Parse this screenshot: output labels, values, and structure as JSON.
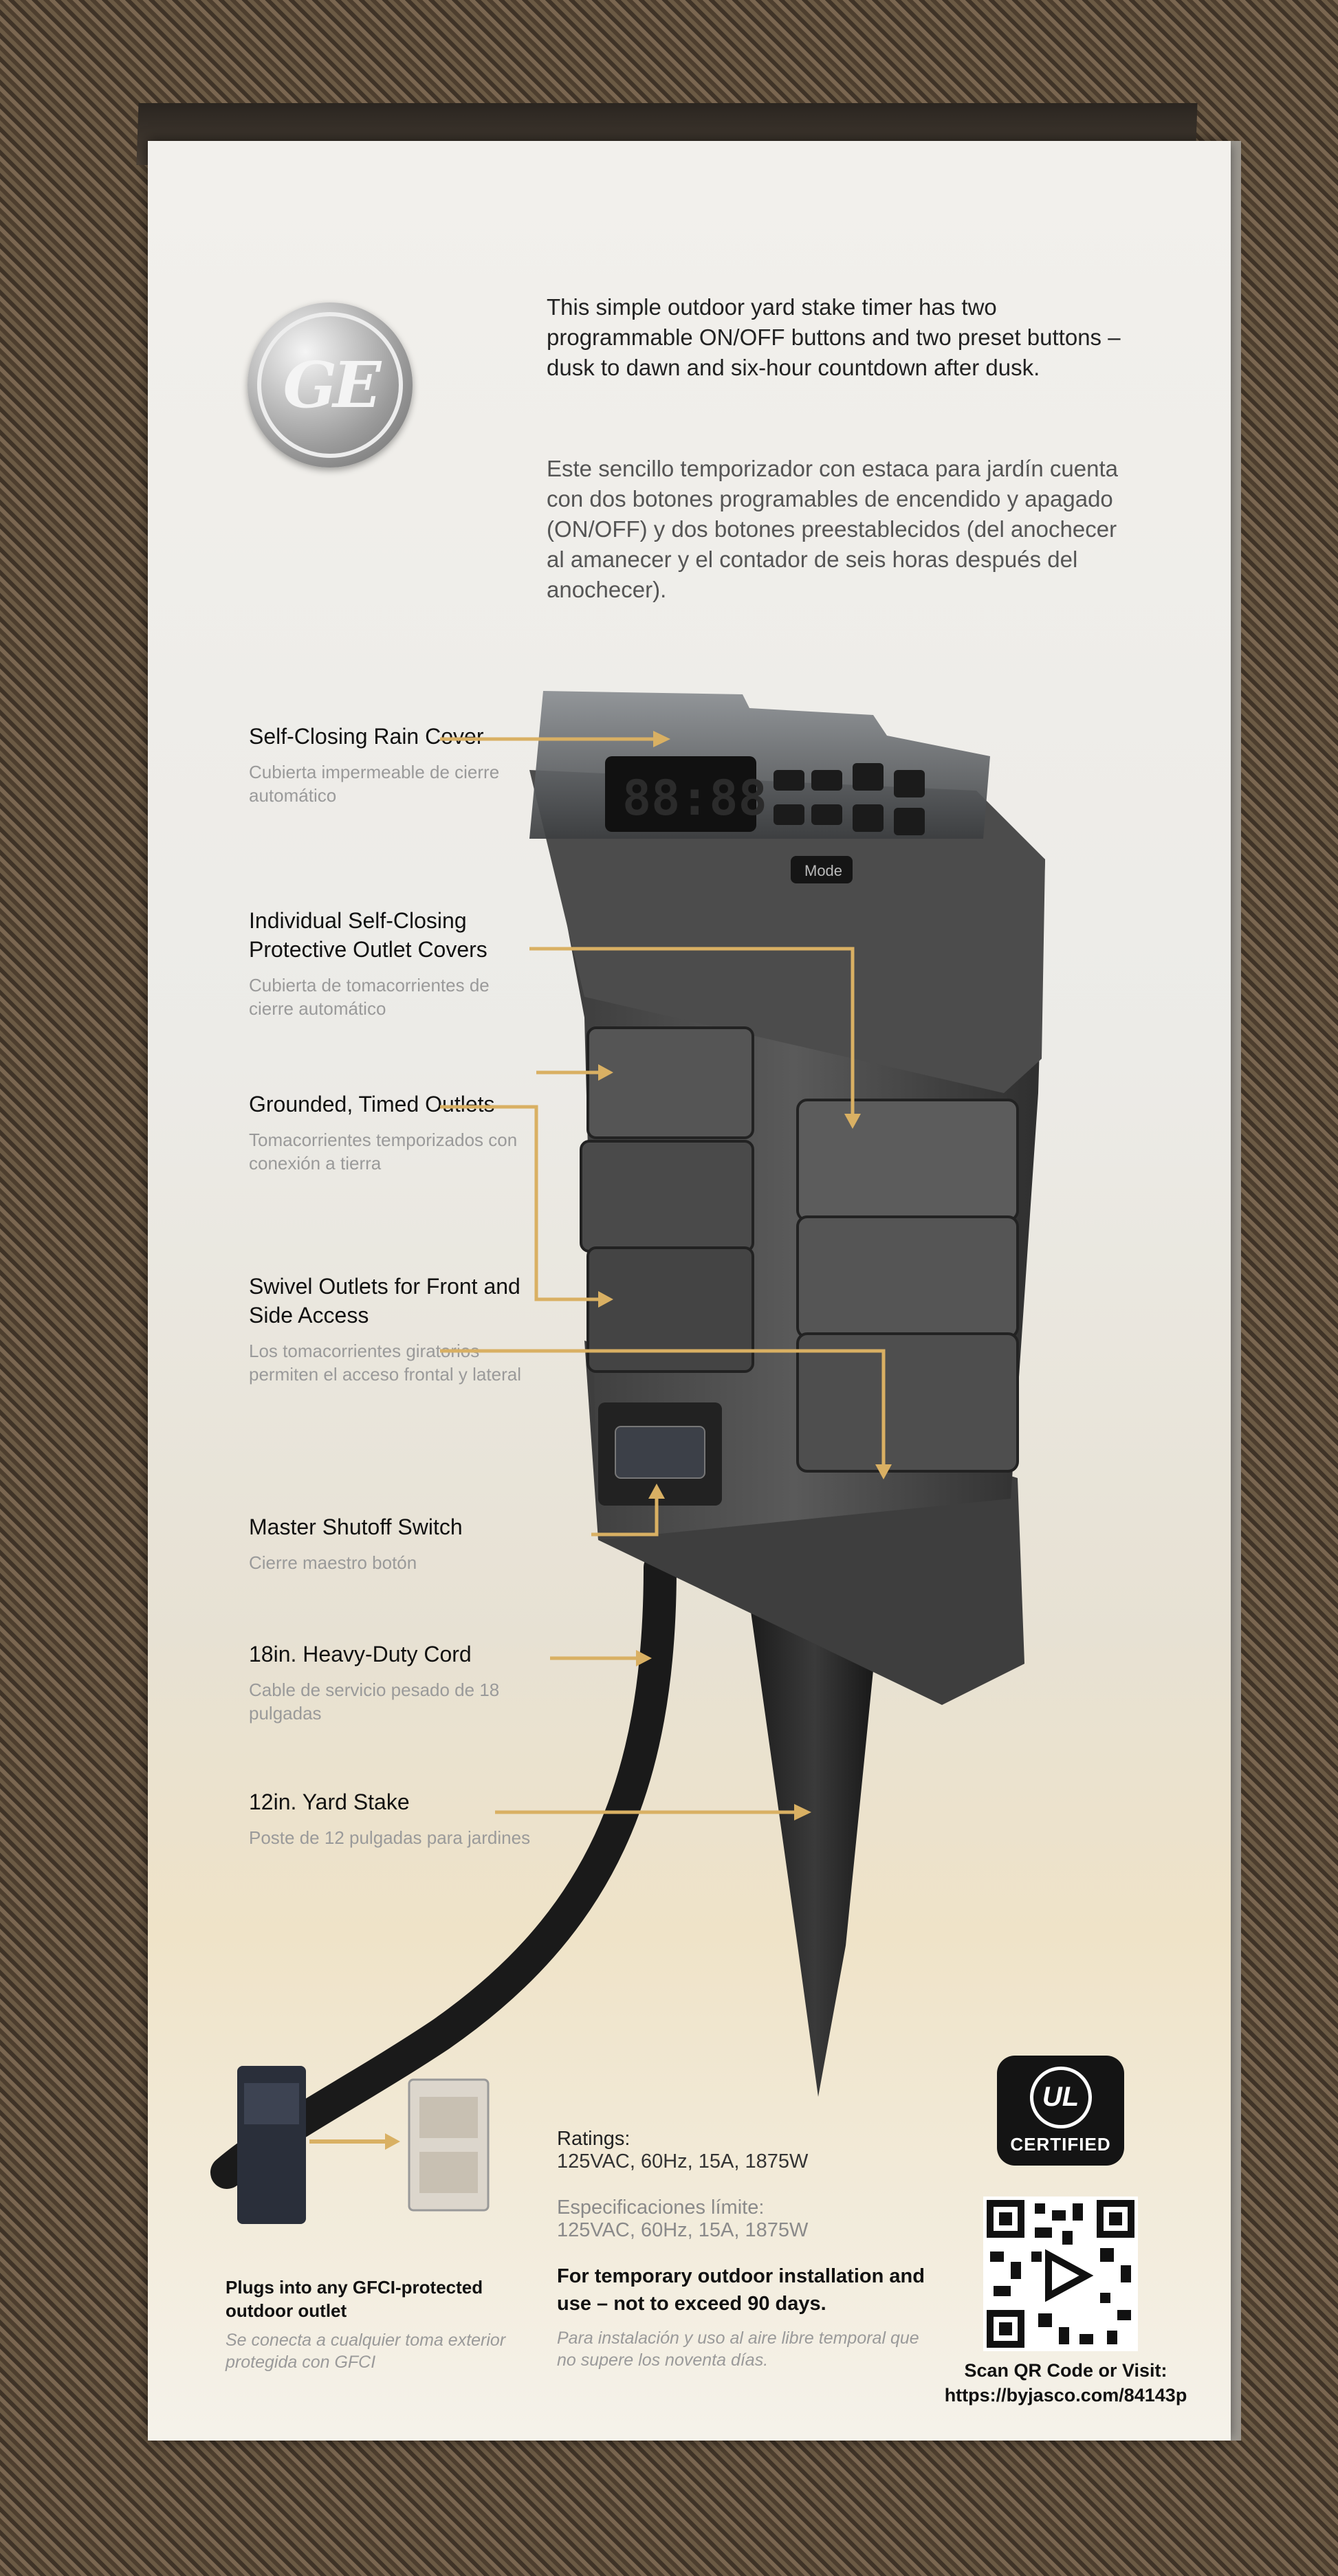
{
  "intro": {
    "en": "This simple outdoor yard stake timer has two programmable ON/OFF buttons and two preset buttons – dusk to dawn and six-hour countdown after dusk.",
    "es": "Este sencillo temporizador con estaca para jardín cuenta con dos botones programables de encendido y apagado (ON/OFF) y dos botones preestablecidos (del anochecer al amanecer y el contador de seis horas después del anochecer)."
  },
  "logo": {
    "icon": "ge-logo-icon",
    "text": "GE"
  },
  "callouts": [
    {
      "en": "Self-Closing Rain Cover",
      "es": "Cubierta impermeable de cierre automático"
    },
    {
      "en": "Individual Self-Closing Protective Outlet Covers",
      "es": "Cubierta de tomacorrientes de cierre automático"
    },
    {
      "en": "Grounded, Timed Outlets",
      "es": "Tomacorrientes temporizados con conexión a tierra"
    },
    {
      "en": "Swivel Outlets for Front and Side Access",
      "es": "Los tomacorrientes giratorios permiten el acceso frontal y lateral"
    },
    {
      "en": "Master Shutoff Switch",
      "es": "Cierre maestro botón"
    },
    {
      "en": "18in. Heavy-Duty Cord",
      "es": "Cable de servicio pesado de 18 pulgadas"
    },
    {
      "en": "12in. Yard Stake",
      "es": "Poste de 12 pulgadas para jardines"
    }
  ],
  "device": {
    "mode_label": "Mode"
  },
  "plug": {
    "en": "Plugs into any GFCI-protected outdoor outlet",
    "es": "Se conecta a cualquier toma exterior protegida con GFCI"
  },
  "ratings": {
    "label": "Ratings:",
    "value": "125VAC, 60Hz, 15A, 1875W",
    "label_es": "Especificaciones límite:",
    "value_es": "125VAC, 60Hz, 15A, 1875W",
    "temp_en": "For temporary outdoor installation and use – not to exceed 90 days.",
    "temp_es": "Para instalación y uso al aire libre temporal que no supere los noventa días."
  },
  "ul": {
    "mark": "UL",
    "certified": "CERTIFIED"
  },
  "qr": {
    "line1": "Scan QR Code or Visit:",
    "line2": "https://byjasco.com/84143p"
  },
  "colors": {
    "arrow": "#d9b063",
    "badge": "#141414"
  }
}
